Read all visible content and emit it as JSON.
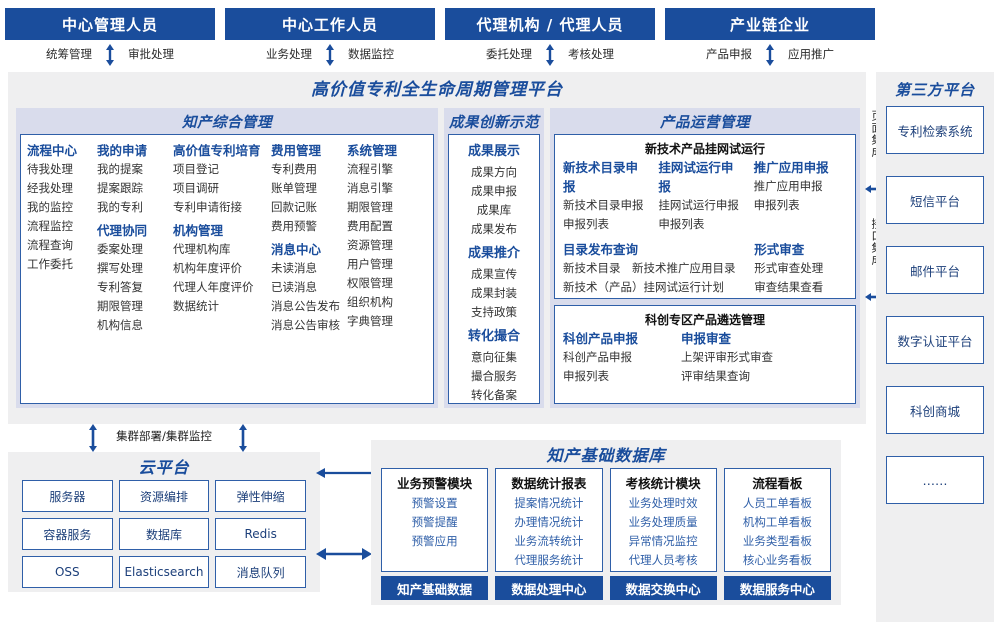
{
  "roles": [
    {
      "title": "中心管理人员",
      "left": "统筹管理",
      "right": "审批处理"
    },
    {
      "title": "中心工作人员",
      "left": "业务处理",
      "right": "数据监控"
    },
    {
      "title": "代理机构 / 代理人员",
      "left": "委托处理",
      "right": "考核处理"
    },
    {
      "title": "产业链企业",
      "left": "产品申报",
      "right": "应用推广"
    }
  ],
  "platform": {
    "title": "高价值专利全生命周期管理平台",
    "zhichan": {
      "title": "知产综合管理",
      "columns": [
        {
          "groups": [
            {
              "head": "流程中心",
              "items": [
                "待我处理",
                "经我处理",
                "我的监控",
                "流程监控",
                "流程查询",
                "工作委托"
              ]
            }
          ]
        },
        {
          "groups": [
            {
              "head": "我的申请",
              "items": [
                "我的提案",
                "提案跟踪",
                "我的专利"
              ]
            },
            {
              "head": "代理协同",
              "items": [
                "委案处理",
                "撰写处理",
                "专利答复",
                "期限管理",
                "机构信息"
              ]
            }
          ]
        },
        {
          "groups": [
            {
              "head": "高价值专利培育",
              "items": [
                "项目登记",
                "项目调研",
                "专利申请衔接"
              ]
            },
            {
              "head": "机构管理",
              "items": [
                "代理机构库",
                "机构年度评价",
                "代理人年度评价",
                "数据统计"
              ]
            }
          ]
        },
        {
          "groups": [
            {
              "head": "费用管理",
              "items": [
                "专利费用",
                "账单管理",
                "回款记账",
                "费用预警"
              ]
            },
            {
              "head": "消息中心",
              "items": [
                "未读消息",
                "已读消息",
                "消息公告发布",
                "消息公告审核"
              ]
            }
          ]
        },
        {
          "groups": [
            {
              "head": "系统管理",
              "items": [
                "流程引擎",
                "消息引擎",
                "期限管理",
                "费用配置",
                "资源管理",
                "用户管理",
                "权限管理",
                "组织机构",
                "字典管理"
              ]
            }
          ]
        }
      ]
    },
    "chengguo": {
      "title": "成果创新示范",
      "groups": [
        {
          "head": "成果展示",
          "items": [
            "成果方向",
            "成果申报",
            "成果库",
            "成果发布"
          ]
        },
        {
          "head": "成果推介",
          "items": [
            "成果宣传",
            "成果封装",
            "支持政策"
          ]
        },
        {
          "head": "转化撮合",
          "items": [
            "意向征集",
            "撮合服务",
            "转化备案"
          ]
        }
      ]
    },
    "chanpin": {
      "title": "产品运营管理",
      "sub1": {
        "title": "新技术产品挂网试运行",
        "row1": [
          {
            "head": "新技术目录申报",
            "items": [
              "新技术目录申报",
              "申报列表"
            ]
          },
          {
            "head": "挂网试运行申报",
            "items": [
              "挂网试运行申报",
              "申报列表"
            ]
          },
          {
            "head": "推广应用申报",
            "items": [
              "推广应用申报",
              "申报列表"
            ]
          }
        ],
        "row2": [
          {
            "head": "目录发布查询",
            "items": [
              "新技术目录　新技术推广应用目录",
              "新技术（产品）挂网试运行计划"
            ]
          },
          {
            "head": "形式审查",
            "items": [
              "形式审查处理",
              "审查结果查看"
            ]
          }
        ]
      },
      "sub2": {
        "title": "科创专区产品遴选管理",
        "row1": [
          {
            "head": "科创产品申报",
            "items": [
              "科创产品申报",
              "申报列表"
            ]
          },
          {
            "head": "申报审查",
            "items": [
              "上架评审形式审查",
              "评审结果查询"
            ]
          }
        ]
      }
    }
  },
  "integration": {
    "page_label": "页面集成",
    "api_label": "接口集成"
  },
  "third_party": {
    "title": "第三方平台",
    "items": [
      "专利检索系统",
      "短信平台",
      "邮件平台",
      "数字认证平台",
      "科创商城",
      "……"
    ]
  },
  "cluster": {
    "label": "集群部署/集群监控"
  },
  "cloud": {
    "title": "云平台",
    "items": [
      "服务器",
      "资源编排",
      "弹性伸缩",
      "容器服务",
      "数据库",
      "Redis",
      "OSS",
      "Elasticsearch",
      "消息队列"
    ]
  },
  "database": {
    "title": "知产基础数据库",
    "columns": [
      {
        "head": "业务预警模块",
        "items": [
          "预警设置",
          "预警提醒",
          "预警应用"
        ],
        "foot": "知产基础数据"
      },
      {
        "head": "数据统计报表",
        "items": [
          "提案情况统计",
          "办理情况统计",
          "业务流转统计",
          "代理服务统计"
        ],
        "foot": "数据处理中心"
      },
      {
        "head": "考核统计模块",
        "items": [
          "业务处理时效",
          "业务处理质量",
          "异常情况监控",
          "代理人员考核"
        ],
        "foot": "数据交换中心"
      },
      {
        "head": "流程看板",
        "items": [
          "人员工单看板",
          "机构工单看板",
          "业务类型看板",
          "核心业务看板"
        ],
        "foot": "数据服务中心"
      }
    ]
  },
  "colors": {
    "brand_blue": "#1a4d9c",
    "border_blue": "#2f5fa8",
    "panel_gray": "#efeff0",
    "header_lavender": "#d9dcec"
  }
}
